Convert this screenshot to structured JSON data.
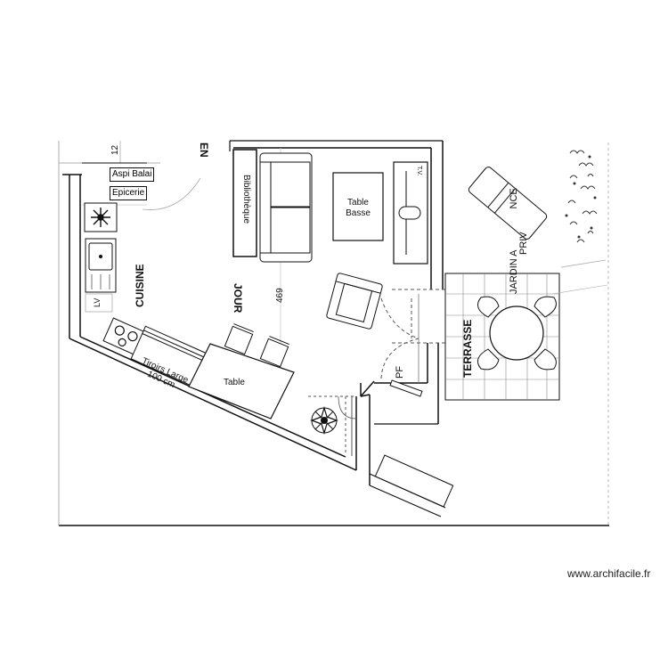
{
  "labels": {
    "aspi_balai": "Aspi Balai",
    "epicerie": "Epicerie",
    "bibliotheque": "Bibliothèque",
    "table_basse_line1": "Table",
    "table_basse_line2": "Basse",
    "cuisine": "CUISINE",
    "jour": "JOUR",
    "dimension": "469",
    "lv": "LV",
    "tiroirs_line1": "Tiroirs Large",
    "tiroirs_line2": "100 cm",
    "table": "Table",
    "terrasse": "TERRASSE",
    "jardin_line1": "JARDIN A",
    "jardin_line2": "NCE",
    "jardin_line3": "PRIV",
    "pf": "PF",
    "entree_partial": "EN",
    "top_number": "12",
    "tv": "T.V."
  },
  "watermark": "www.archifacile.fr"
}
